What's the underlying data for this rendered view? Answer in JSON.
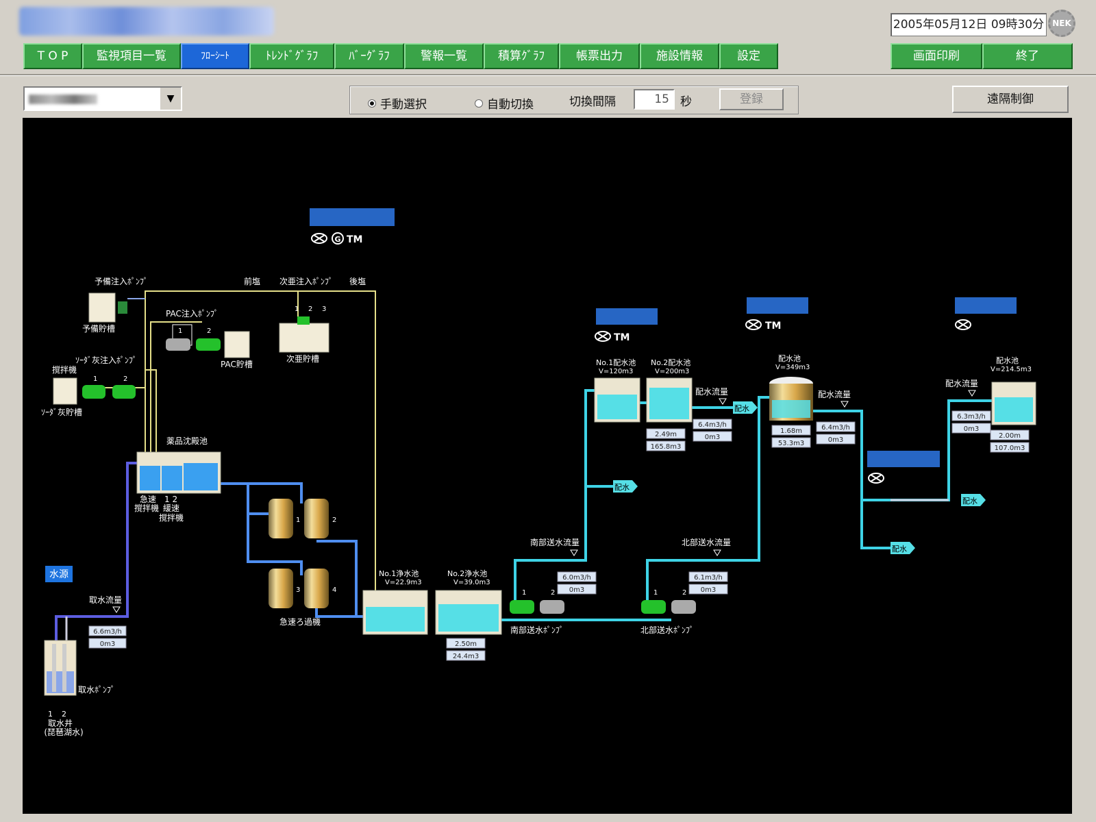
{
  "header": {
    "datetime": "2005年05月12日 09時30分",
    "logo_text": "NEK"
  },
  "nav": [
    {
      "label": "T O P"
    },
    {
      "label": "監視項目一覧"
    },
    {
      "label": "ﾌﾛｰｼｰﾄ",
      "active": true
    },
    {
      "label": "ﾄﾚﾝﾄﾞｸﾞﾗﾌ"
    },
    {
      "label": "ﾊﾞｰｸﾞﾗﾌ"
    },
    {
      "label": "警報一覧"
    },
    {
      "label": "積算ｸﾞﾗﾌ"
    },
    {
      "label": "帳票出力"
    },
    {
      "label": "施設情報"
    },
    {
      "label": "設定"
    }
  ],
  "right_buttons": {
    "print": "画面印刷",
    "exit": "終了"
  },
  "controls": {
    "manual": "手動選択",
    "auto": "自動切換",
    "interval_label": "切換間隔",
    "interval_value": "15",
    "unit": "秒",
    "register": "登録",
    "remote": "遠隔制御"
  },
  "flow": {
    "water_source": "水源",
    "intake_flow": {
      "label": "取水流量",
      "rate": "6.6m3/h",
      "total": "0m3"
    },
    "intake_pump": "取水ﾎﾟﾝﾌﾟ",
    "intake_well": "取水井",
    "intake_well_sub": "(琵琶湖水)",
    "pump_nums": {
      "p1": "1",
      "p2": "2",
      "p3": "3",
      "p4": "4"
    },
    "reserve_pump": "予備注入ﾎﾟﾝﾌﾟ",
    "reserve_tank": "予備貯槽",
    "soda_pump": "ｿｰﾀﾞ灰注入ﾎﾟﾝﾌﾟ",
    "stirrer": "撹拌機",
    "soda_tank": "ｿｰﾀﾞ灰貯槽",
    "pac_pump": "PAC注入ﾎﾟﾝﾌﾟ",
    "pac_tank": "PAC貯槽",
    "pre_chlorine": "前塩",
    "hypo_pump": "次亜注入ﾎﾟﾝﾌﾟ",
    "post_chlorine": "後塩",
    "hypo_tank": "次亜貯槽",
    "sedimentation": "薬品沈殿池",
    "rapid_mixer": "急速",
    "rapid_mixer2": "撹拌機",
    "slow_mixer": "緩速",
    "slow_mixer2": "撹拌機",
    "mixer_nums": "1 2",
    "rapid_filter": "急速ろ過機",
    "clear_well_1": {
      "name": "No.1浄水池",
      "vol": "V=22.9m3"
    },
    "clear_well_2": {
      "name": "No.2浄水池",
      "vol": "V=39.0m3",
      "level": "2.50m",
      "amount": "24.4m3"
    },
    "south_pump": "南部送水ﾎﾟﾝﾌﾟ",
    "south_flow": {
      "label": "南部送水流量",
      "rate": "6.0m3/h",
      "total": "0m3"
    },
    "north_pump": "北部送水ﾎﾟﾝﾌﾟ",
    "north_flow": {
      "label": "北部送水流量",
      "rate": "6.1m3/h",
      "total": "0m3"
    },
    "dist1": {
      "name": "No.1配水池",
      "vol": "V=120m3"
    },
    "dist2": {
      "name": "No.2配水池",
      "vol": "V=200m3",
      "level": "2.49m",
      "amount": "165.8m3"
    },
    "dist_flow_a": {
      "label": "配水流量",
      "rate": "6.4m3/h",
      "total": "0m3"
    },
    "dist3": {
      "name": "配水池",
      "vol": "V=349m3",
      "level": "1.68m",
      "amount": "53.3m3"
    },
    "dist_flow_b": {
      "label": "配水流量",
      "rate": "6.4m3/h",
      "total": "0m3"
    },
    "dist4": {
      "name": "配水池",
      "vol": "V=214.5m3",
      "level": "2.00m",
      "amount": "107.0m3"
    },
    "dist_flow_c": {
      "label": "配水流量",
      "rate": "6.3m3/h",
      "total": "0m3"
    },
    "haisui": "配水",
    "tm": "TM",
    "g": "G"
  },
  "colors": {
    "pipe_cyan": "#3ed3e6",
    "pipe_blue": "#4f8ef0",
    "pipe_purple": "#5c5de0",
    "chem_line": "#e6e08a",
    "pump_green": "#24c12b"
  }
}
